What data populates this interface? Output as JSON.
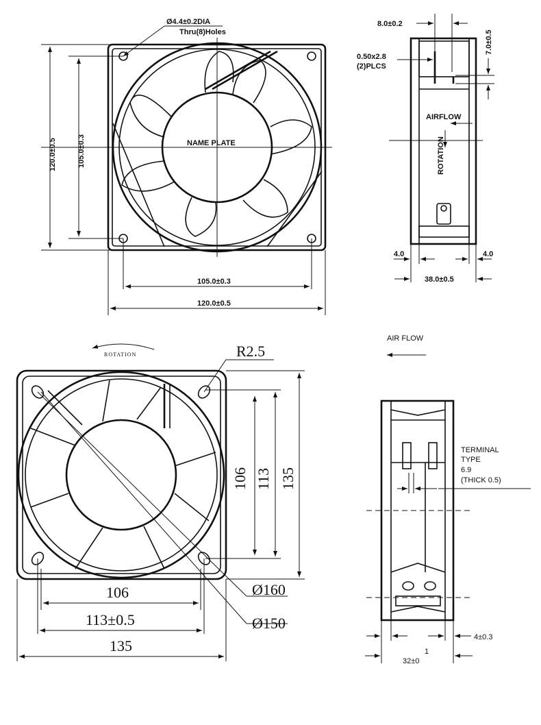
{
  "top_front_view": {
    "hole_note_1": "Ø4.4±0.2DIA",
    "hole_note_2": "Thru(8)Holes",
    "name_plate": "NAME PLATE",
    "height_outer": "120.0±0.5",
    "height_inner": "105.0±0.3",
    "width_inner": "105.0±0.3",
    "width_outer": "120.0±0.5"
  },
  "top_side_view": {
    "terminal_spacing": "8.0±0.2",
    "terminal_height": "7.0±0.5",
    "terminal_size_1": "0.50x2.8",
    "terminal_size_2": "(2)PLCS",
    "airflow": "AIRFLOW",
    "rotation": "ROTATION",
    "flange_left": "4.0",
    "flange_right": "4.0",
    "depth": "38.0±0.5"
  },
  "bottom_front_view": {
    "rotation": "ROTATION",
    "radius": "R2.5",
    "v_106": "106",
    "v_113": "113",
    "v_135": "135",
    "h_106": "106",
    "h_113": "113±0.5",
    "h_135": "135",
    "dia_160": "Ø160",
    "dia_150": "Ø150"
  },
  "bottom_side_view": {
    "airflow": "AIR FLOW",
    "terminal_1": "TERMINAL",
    "terminal_2": "TYPE",
    "terminal_3": "6.9",
    "terminal_4": "(THICK 0.5)",
    "flange": "4±0.3",
    "depth_tol": "1",
    "depth": "32±0"
  }
}
